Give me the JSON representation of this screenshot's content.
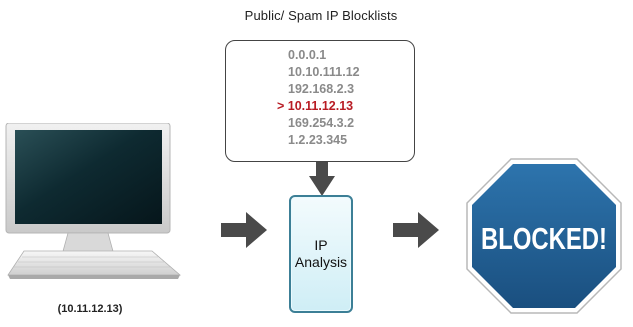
{
  "diagram": {
    "title": "Public/ Spam IP Blocklists",
    "ip_list": [
      {
        "text": "0.0.0.1",
        "selected": false
      },
      {
        "text": "10.10.111.12",
        "selected": false
      },
      {
        "text": "192.168.2.3",
        "selected": false
      },
      {
        "text": "> 10.11.12.13",
        "selected": true
      },
      {
        "text": "169.254.3.2",
        "selected": false
      },
      {
        "text": "1.2.23.345",
        "selected": false
      }
    ],
    "computer_label": "(10.11.12.13)",
    "analysis_label_line1": "IP",
    "analysis_label_line2": "Analysis",
    "blocked_label": "BLOCKED!",
    "colors": {
      "selected_ip": "#b81c24",
      "ip_text": "#8a8a8a",
      "arrow": "#4a4a4a",
      "analysis_border": "#3c7f96",
      "blocked_fill": "#1f5a8c",
      "blocked_text": "#ffffff"
    }
  }
}
